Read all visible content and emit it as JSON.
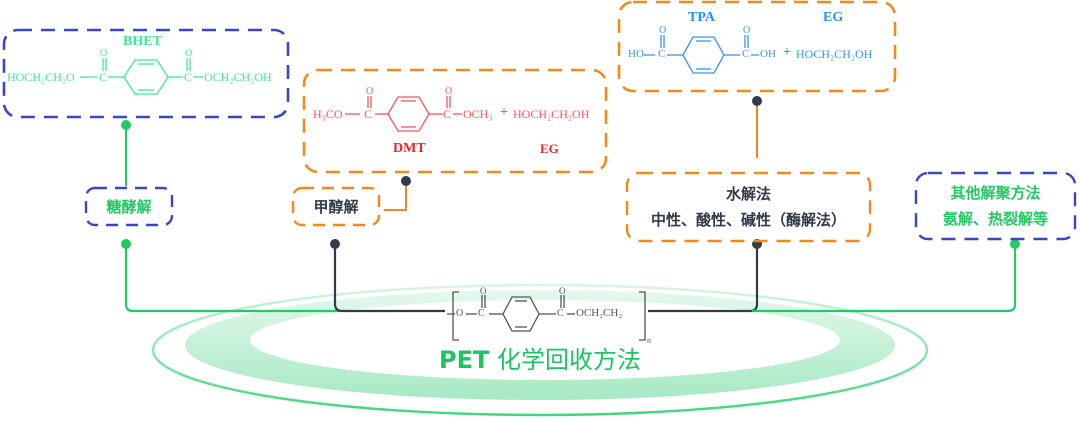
{
  "colors": {
    "green": "#22c965",
    "blue": "#3a47c4",
    "orange": "#f08a1c",
    "dark": "#343a46",
    "red": "#e8262c",
    "cyan": "#2c8ee8",
    "bhet_green": "#3ee890"
  },
  "title": {
    "prefix": "PET",
    "main": "化学回收方法"
  },
  "pet_structure": {
    "left_o": "O",
    "carbonyl_o": "O",
    "c": "C",
    "right_group": "OCH₂CH₂",
    "subscript": "n"
  },
  "methods": {
    "glycolysis": {
      "label": "糖酵解"
    },
    "methanolysis": {
      "label": "甲醇解"
    },
    "hydrolysis": {
      "title": "水解法",
      "subtitle": "中性、酸性、碱性（酶解法）"
    },
    "other": {
      "title": "其他解聚方法",
      "subtitle": "氨解、热裂解等"
    }
  },
  "products": {
    "bhet": {
      "name": "BHET",
      "left": "HOCH₂CH₂O",
      "right": "OCH₂CH₂OH",
      "c": "C",
      "o": "O"
    },
    "dmt": {
      "name": "DMT",
      "eg_name": "EG",
      "left": "H₃CO",
      "right": "OCH₃",
      "plus": "+",
      "eg_formula": "HOCH₂CH₂OH",
      "c": "C",
      "o": "O"
    },
    "tpa": {
      "name": "TPA",
      "eg_name": "EG",
      "left": "HO",
      "right": "OH",
      "plus": "+",
      "eg_formula": "HOCH₂CH₂OH",
      "c": "C",
      "o": "O"
    }
  }
}
